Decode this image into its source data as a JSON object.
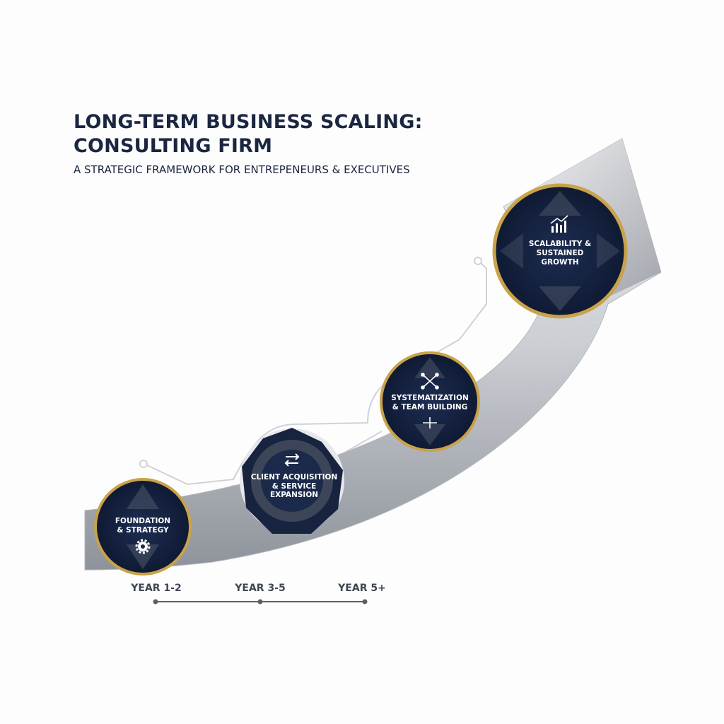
{
  "header": {
    "title_line1": "LONG-TERM BUSINESS SCALING:",
    "title_line2": "CONSULTING FIRM",
    "subtitle": "A STRATEGIC FRAMEWORK FOR ENTREPENEURS & EXECUTIVES"
  },
  "stages": [
    {
      "lines": [
        "FOUNDATION",
        "& STRATEGY"
      ],
      "icon": "gear-icon"
    },
    {
      "lines": [
        "CLIENT ACQUISITION",
        "& SERVICE",
        "EXPANSION"
      ],
      "icon": "swap-arrows-icon"
    },
    {
      "lines": [
        "SYSTEMATIZATION",
        "& TEAM BUILDING"
      ],
      "icon": "network-icon"
    },
    {
      "lines": [
        "SCALABILITY &",
        "SUSTAINED",
        "GROWTH"
      ],
      "icon": "bar-chart-growth-icon"
    }
  ],
  "timeline": [
    "YEAR 1-2",
    "YEAR 3-5",
    "YEAR 5+"
  ],
  "colors": {
    "navy": "#1b2a4a",
    "gold": "#c9a24a",
    "silver": "#c4c7cc",
    "text": "#1b2640"
  }
}
